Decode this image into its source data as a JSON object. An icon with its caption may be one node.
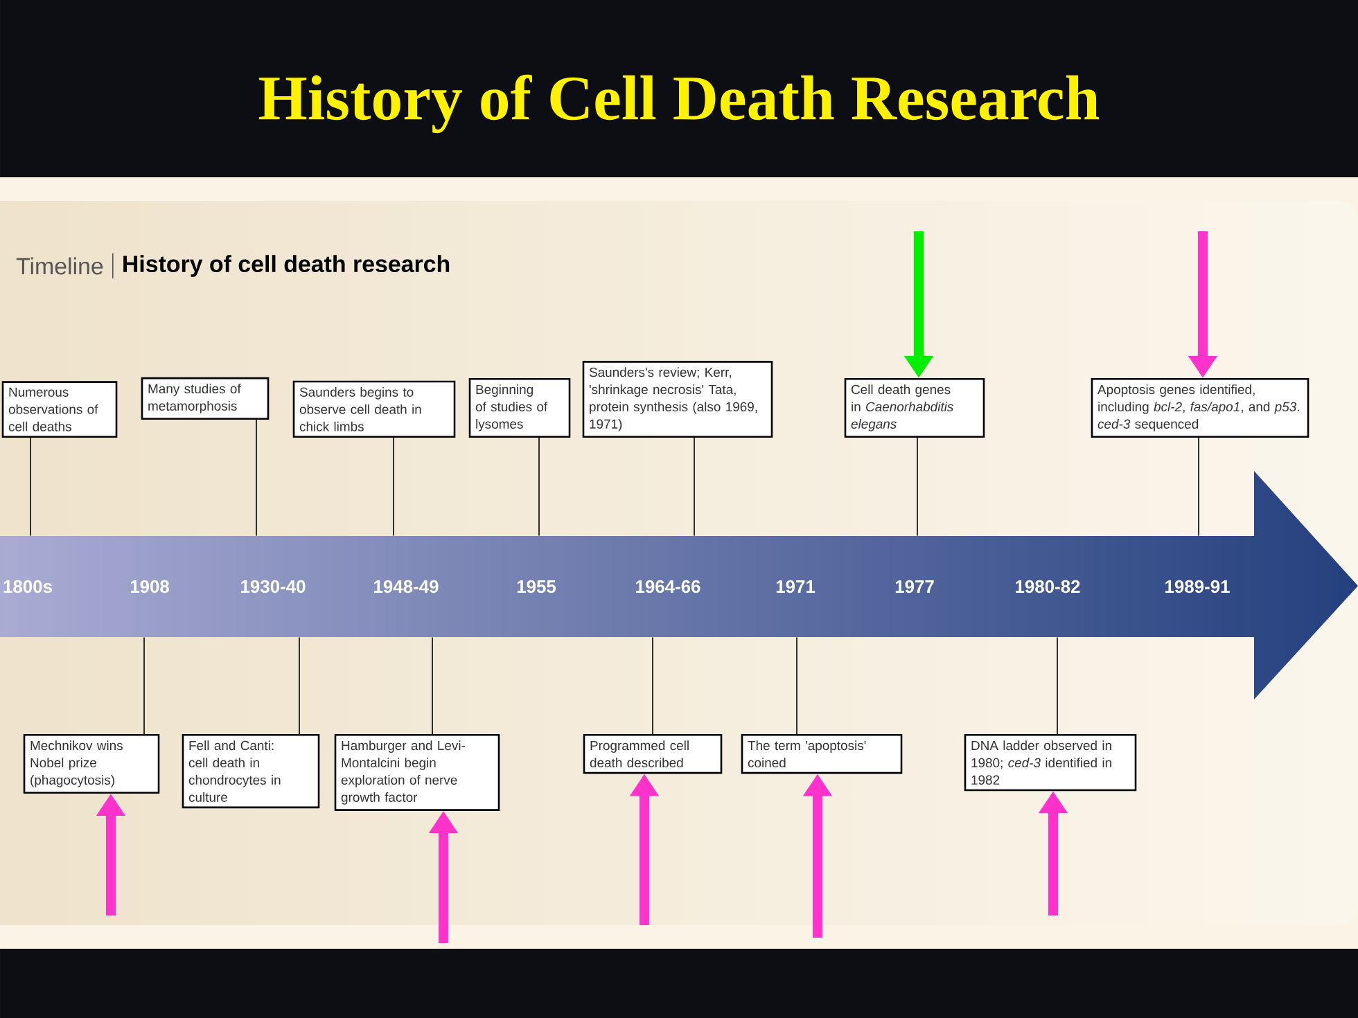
{
  "diagram": {
    "title": "History of Cell Death Research",
    "nodes": [
      {
        "text": [
          "Numerous observations of cell deaths"
        ]
      },
      {
        "text": [
          "Many studies of metamorphosis"
        ]
      },
      {
        "text": [
          "Saunders begins to observe cell death in chick limbs"
        ]
      },
      {
        "text": [
          "Beginning of studies of lysomes"
        ]
      },
      {
        "text": [
          "Saunders's review; Kerr, 'shrinkage necrosis' Tata, protein synthesis (also 1969, 1971)"
        ]
      },
      {
        "text": [
          "Cell death genes in *Caenorhabditis elegans*"
        ]
      },
      {
        "text": [
          "Apoptosis genes identified, including *bcl-2*, *fas/apo1*, and *p53*. *ced-3* sequenced"
        ]
      },
      {
        "text": [
          "1800s"
        ]
      },
      {
        "text": [
          "1908"
        ]
      },
      {
        "text": [
          "1930-40"
        ]
      },
      {
        "text": [
          "1948-49"
        ]
      },
      {
        "text": [
          "1955"
        ]
      },
      {
        "text": [
          "1964-66"
        ]
      },
      {
        "text": [
          "1971"
        ]
      },
      {
        "text": [
          "1977"
        ]
      },
      {
        "text": [
          "1980-82"
        ]
      },
      {
        "text": [
          "1989-91"
        ]
      },
      {
        "text": [
          "Mechnikov wins Nobel prize (phagocytosis)"
        ]
      },
      {
        "text": [
          "Fell and Canti: cell death in chondrocytes in culture"
        ]
      },
      {
        "text": [
          "Hamburger and Levi-Montalcini begin exploration of nerve growth factor"
        ]
      },
      {
        "text": [
          "Programmed cell death described"
        ]
      },
      {
        "text": [
          "The term 'apoptosis' coined"
        ]
      },
      {
        "text": [
          "DNA ladder observed in 1980; *ced-3* identified in 1982"
        ]
      }
    ],
    "edges": [
      {
        "from": 0,
        "to": 7,
        "arrow": "none"
      },
      {
        "from": 1,
        "to": 9,
        "arrow": "none"
      },
      {
        "from": 2,
        "to": 10,
        "arrow": "none"
      },
      {
        "from": 3,
        "to": 11,
        "arrow": "none"
      },
      {
        "from": 4,
        "to": 12,
        "arrow": "none"
      },
      {
        "from": 5,
        "to": 14,
        "arrow": "none"
      },
      {
        "from": 6,
        "to": 16,
        "arrow": "none"
      },
      {
        "from": 8,
        "to": 17,
        "arrow": "none"
      },
      {
        "from": 9,
        "to": 18,
        "arrow": "none"
      },
      {
        "from": 10,
        "to": 19,
        "arrow": "none"
      },
      {
        "from": 12,
        "to": 20,
        "arrow": "none"
      },
      {
        "from": 13,
        "to": 21,
        "arrow": "none"
      },
      {
        "from": 15,
        "to": 22,
        "arrow": "none"
      },
      {
        "from": null,
        "to": 5,
        "arrow": "to",
        "style": "thick",
        "color": "#00ee00"
      },
      {
        "from": null,
        "to": 6,
        "arrow": "to",
        "style": "thick",
        "color": "#ff33cc"
      },
      {
        "from": null,
        "to": 17,
        "arrow": "to",
        "style": "thick",
        "color": "#ff33cc"
      },
      {
        "from": null,
        "to": 19,
        "arrow": "to",
        "style": "thick",
        "color": "#ff33cc"
      },
      {
        "from": null,
        "to": 20,
        "arrow": "to",
        "style": "thick",
        "color": "#ff33cc"
      },
      {
        "from": null,
        "to": 21,
        "arrow": "to",
        "style": "thick",
        "color": "#ff33cc"
      },
      {
        "from": null,
        "to": 22,
        "arrow": "to",
        "style": "thick",
        "color": "#ff33cc"
      }
    ],
    "labels": [
      "Timeline",
      "History of cell death research"
    ]
  }
}
